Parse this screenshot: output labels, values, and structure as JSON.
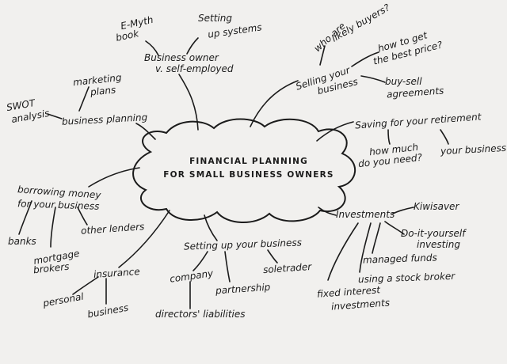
{
  "center": {
    "line1": "FINANCIAL PLANNING",
    "line2": "FOR SMALL BUSINESS OWNERS"
  },
  "branches": {
    "business_owner": {
      "label1": "Business owner",
      "label2": "v. self-employed",
      "children": {
        "emyth1": "E-Myth",
        "emyth2": "book",
        "setting1": "Setting",
        "setting2": "up systems"
      }
    },
    "business_planning": {
      "label": "business planning",
      "children": {
        "marketing1": "marketing",
        "marketing2": "plans",
        "swot1": "SWOT",
        "swot2": "analysis"
      }
    },
    "selling": {
      "label1": "Selling your",
      "label2": "business",
      "children": {
        "buyers1": "who are",
        "buyers2": "likely buyers?",
        "price1": "how to get",
        "price2": "the best price?",
        "agree1": "buy-sell",
        "agree2": "agreements"
      }
    },
    "retirement": {
      "label": "Saving for your retirement",
      "children": {
        "need1": "how much",
        "need2": "do you need?",
        "yourbiz": "your business"
      }
    },
    "borrowing": {
      "label1": "borrowing money",
      "label2": "for your business",
      "children": {
        "banks": "banks",
        "mortgage1": "mortgage",
        "mortgage2": "brokers",
        "lenders": "other lenders"
      }
    },
    "insurance": {
      "label": "insurance",
      "children": {
        "personal": "personal",
        "business": "business"
      }
    },
    "setup": {
      "label": "Setting up your business",
      "children": {
        "company": "company",
        "partnership": "partnership",
        "soletrader": "soletrader",
        "directors": "directors' liabilities"
      }
    },
    "investments": {
      "label": "Investments",
      "children": {
        "kiwisaver": "Kiwisaver",
        "diy1": "Do-it-yourself",
        "diy2": "investing",
        "managed": "managed funds",
        "broker": "using a stock broker",
        "fixed1": "fixed  interest",
        "fixed2": "investments"
      }
    }
  }
}
